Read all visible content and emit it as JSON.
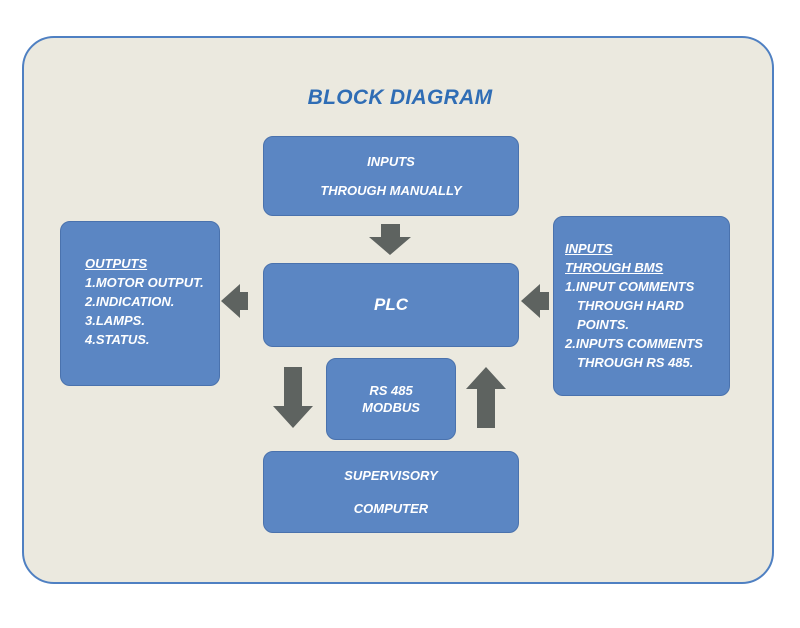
{
  "title": "BLOCK DIAGRAM",
  "inputs_manual": {
    "line1": "INPUTS",
    "line2": "THROUGH MANUALLY"
  },
  "plc": {
    "label": "PLC"
  },
  "outputs": {
    "heading": "OUTPUTS",
    "items": [
      "1.MOTOR OUTPUT.",
      "2.INDICATION.",
      "3.LAMPS.",
      "4.STATUS."
    ]
  },
  "inputs_bms": {
    "heading": "INPUTS",
    "subheading": "THROUGH BMS",
    "lines": [
      "1.INPUT COMMENTS",
      "THROUGH HARD",
      "POINTS.",
      "2.INPUTS COMMENTS",
      "THROUGH RS 485."
    ]
  },
  "rs485": {
    "line1": "RS 485",
    "line2": "MODBUS"
  },
  "supervisory": {
    "line1": "SUPERVISORY",
    "line2": "COMPUTER"
  },
  "colors": {
    "panel_bg": "#ebe9df",
    "panel_border": "#4f80c2",
    "box_fill": "#5b86c3",
    "title": "#2f6db5",
    "arrow": "#5e6360"
  }
}
